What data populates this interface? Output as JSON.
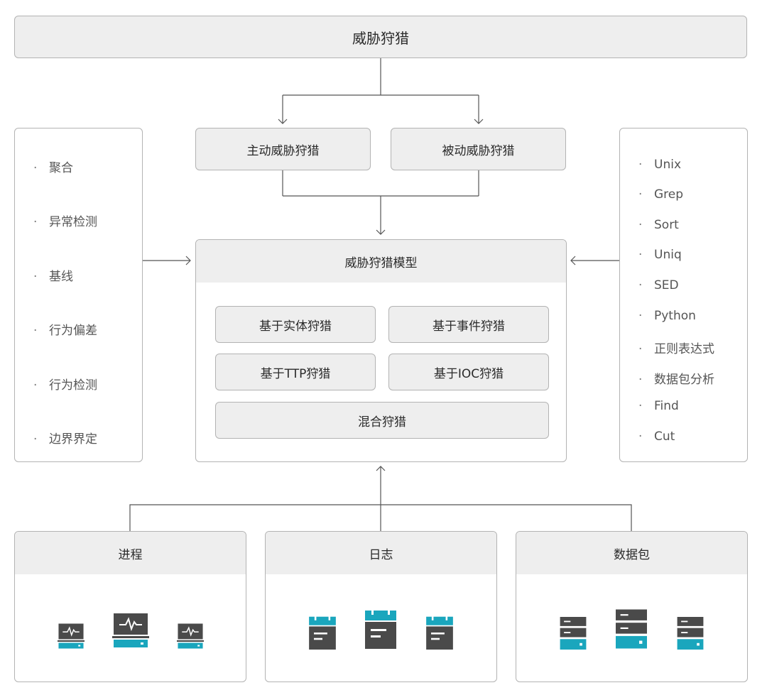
{
  "top": {
    "title": "威胁狩猎"
  },
  "hunting_types": {
    "active": "主动威胁狩猎",
    "passive": "被动威胁狩猎"
  },
  "model": {
    "title": "威胁狩猎模型",
    "items": [
      "基于实体狩猎",
      "基于事件狩猎",
      "基于TTP狩猎",
      "基于IOC狩猎",
      "混合狩猎"
    ]
  },
  "left_list": [
    "聚合",
    "异常检测",
    "基线",
    "行为偏差",
    "行为检测",
    "边界界定"
  ],
  "right_list": [
    "Unix",
    "Grep",
    "Sort",
    "Uniq",
    "SED",
    "Python",
    "正则表达式",
    "数据包分析",
    "Find",
    "Cut"
  ],
  "sources": [
    {
      "label": "进程",
      "icon": "monitor-icon"
    },
    {
      "label": "日志",
      "icon": "calendar-icon"
    },
    {
      "label": "数据包",
      "icon": "server-icon"
    }
  ],
  "colors": {
    "accent": "#1aa6bd",
    "dark": "#4a4a4a",
    "box_fill": "#eeeeee",
    "border": "#b3b3b3",
    "line": "#555555"
  }
}
